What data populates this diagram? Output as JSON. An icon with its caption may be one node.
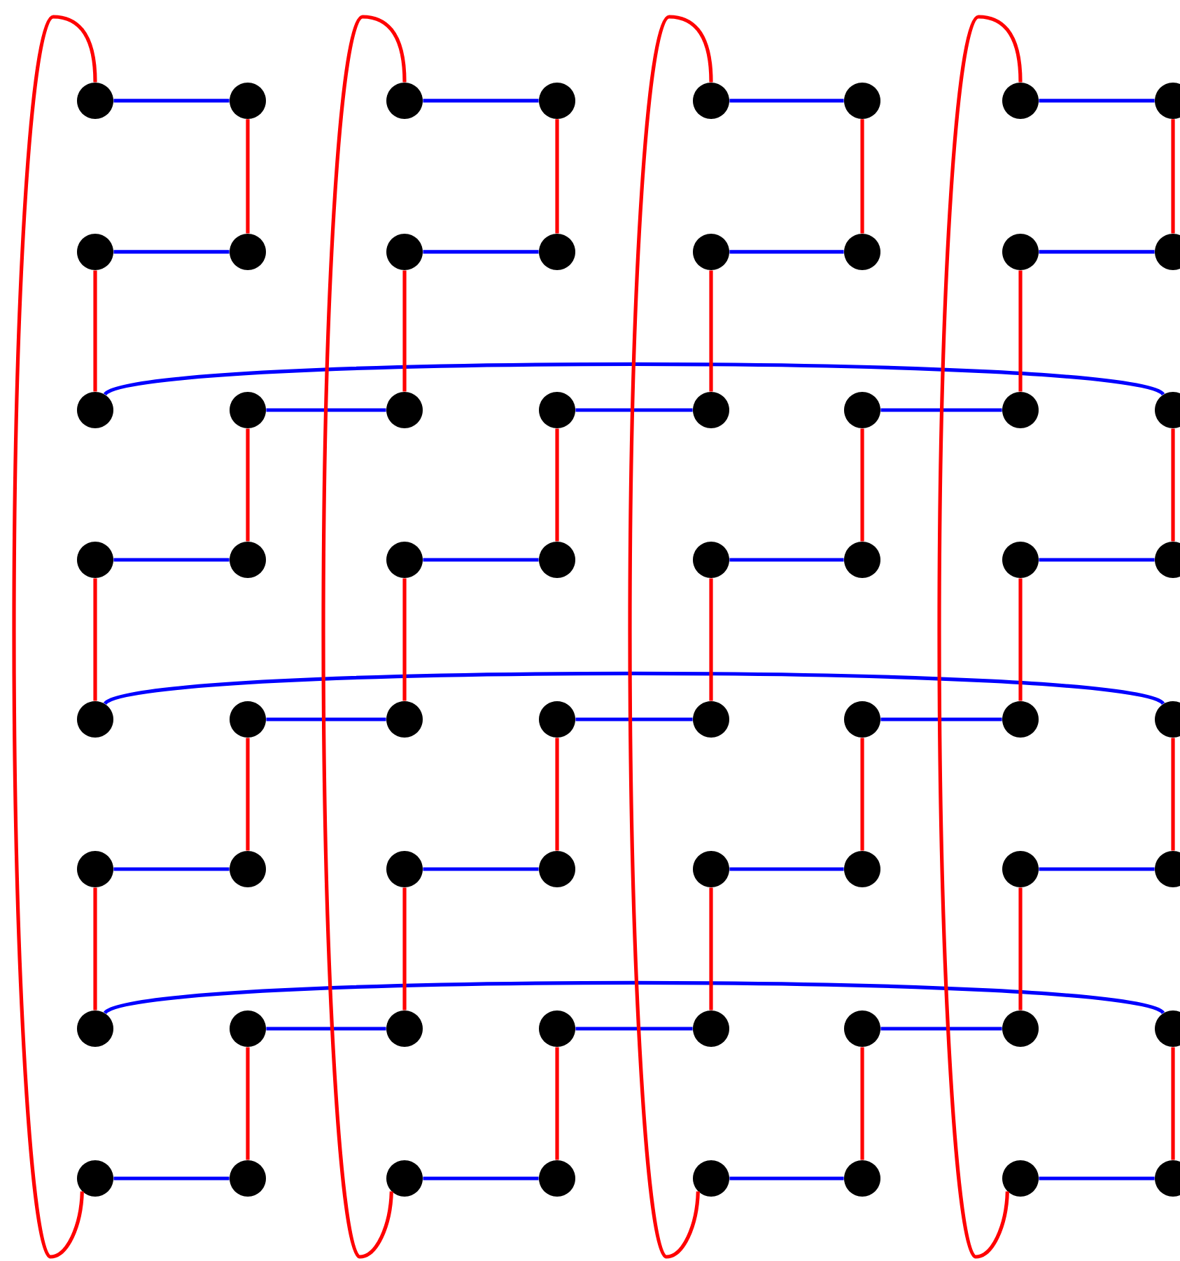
{
  "diagram": {
    "nodes": [
      {
        "text": [],
        "shape": "circle"
      },
      {
        "text": [],
        "shape": "circle"
      },
      {
        "text": [],
        "shape": "circle"
      },
      {
        "text": [],
        "shape": "circle"
      },
      {
        "text": [],
        "shape": "circle"
      },
      {
        "text": [],
        "shape": "circle"
      },
      {
        "text": [],
        "shape": "circle"
      },
      {
        "text": [],
        "shape": "circle"
      },
      {
        "text": [],
        "shape": "circle"
      },
      {
        "text": [],
        "shape": "circle"
      },
      {
        "text": [],
        "shape": "circle"
      },
      {
        "text": [],
        "shape": "circle"
      },
      {
        "text": [],
        "shape": "circle"
      },
      {
        "text": [],
        "shape": "circle"
      },
      {
        "text": [],
        "shape": "circle"
      },
      {
        "text": [],
        "shape": "circle"
      },
      {
        "text": [],
        "shape": "circle"
      },
      {
        "text": [],
        "shape": "circle"
      },
      {
        "text": [],
        "shape": "circle"
      },
      {
        "text": [],
        "shape": "circle"
      },
      {
        "text": [],
        "shape": "circle"
      },
      {
        "text": [],
        "shape": "circle"
      },
      {
        "text": [],
        "shape": "circle"
      },
      {
        "text": [],
        "shape": "circle"
      },
      {
        "text": [],
        "shape": "circle"
      },
      {
        "text": [],
        "shape": "circle"
      },
      {
        "text": [],
        "shape": "circle"
      },
      {
        "text": [],
        "shape": "circle"
      },
      {
        "text": [],
        "shape": "circle"
      },
      {
        "text": [],
        "shape": "circle"
      },
      {
        "text": [],
        "shape": "circle"
      },
      {
        "text": [],
        "shape": "circle"
      },
      {
        "text": [],
        "shape": "circle"
      },
      {
        "text": [],
        "shape": "circle"
      },
      {
        "text": [],
        "shape": "circle"
      },
      {
        "text": [],
        "shape": "circle"
      },
      {
        "text": [],
        "shape": "circle"
      },
      {
        "text": [],
        "shape": "circle"
      },
      {
        "text": [],
        "shape": "circle"
      },
      {
        "text": [],
        "shape": "circle"
      },
      {
        "text": [],
        "shape": "circle"
      },
      {
        "text": [],
        "shape": "circle"
      },
      {
        "text": [],
        "shape": "circle"
      },
      {
        "text": [],
        "shape": "circle"
      },
      {
        "text": [],
        "shape": "circle"
      },
      {
        "text": [],
        "shape": "circle"
      },
      {
        "text": [],
        "shape": "circle"
      },
      {
        "text": [],
        "shape": "circle"
      },
      {
        "text": [],
        "shape": "circle"
      },
      {
        "text": [],
        "shape": "circle"
      },
      {
        "text": [],
        "shape": "circle"
      },
      {
        "text": [],
        "shape": "circle"
      },
      {
        "text": [],
        "shape": "circle"
      },
      {
        "text": [],
        "shape": "circle"
      },
      {
        "text": [],
        "shape": "circle"
      },
      {
        "text": [],
        "shape": "circle"
      },
      {
        "text": [],
        "shape": "circle"
      },
      {
        "text": [],
        "shape": "circle"
      },
      {
        "text": [],
        "shape": "circle"
      },
      {
        "text": [],
        "shape": "circle"
      },
      {
        "text": [],
        "shape": "circle"
      },
      {
        "text": [],
        "shape": "circle"
      },
      {
        "text": [],
        "shape": "circle"
      },
      {
        "text": [],
        "shape": "circle"
      }
    ],
    "edges": [
      {
        "from": 0,
        "to": 1,
        "arrow": "none",
        "color": "#0000ff"
      },
      {
        "from": 8,
        "to": 9,
        "arrow": "none",
        "color": "#0000ff"
      },
      {
        "from": 24,
        "to": 25,
        "arrow": "none",
        "color": "#0000ff"
      },
      {
        "from": 40,
        "to": 41,
        "arrow": "none",
        "color": "#0000ff"
      },
      {
        "from": 56,
        "to": 57,
        "arrow": "none",
        "color": "#0000ff"
      },
      {
        "from": 2,
        "to": 3,
        "arrow": "none",
        "color": "#0000ff"
      },
      {
        "from": 10,
        "to": 11,
        "arrow": "none",
        "color": "#0000ff"
      },
      {
        "from": 26,
        "to": 27,
        "arrow": "none",
        "color": "#0000ff"
      },
      {
        "from": 42,
        "to": 43,
        "arrow": "none",
        "color": "#0000ff"
      },
      {
        "from": 58,
        "to": 59,
        "arrow": "none",
        "color": "#0000ff"
      },
      {
        "from": 4,
        "to": 5,
        "arrow": "none",
        "color": "#0000ff"
      },
      {
        "from": 12,
        "to": 13,
        "arrow": "none",
        "color": "#0000ff"
      },
      {
        "from": 28,
        "to": 29,
        "arrow": "none",
        "color": "#0000ff"
      },
      {
        "from": 44,
        "to": 45,
        "arrow": "none",
        "color": "#0000ff"
      },
      {
        "from": 60,
        "to": 61,
        "arrow": "none",
        "color": "#0000ff"
      },
      {
        "from": 6,
        "to": 7,
        "arrow": "none",
        "color": "#0000ff"
      },
      {
        "from": 14,
        "to": 15,
        "arrow": "none",
        "color": "#0000ff"
      },
      {
        "from": 30,
        "to": 31,
        "arrow": "none",
        "color": "#0000ff"
      },
      {
        "from": 46,
        "to": 47,
        "arrow": "none",
        "color": "#0000ff"
      },
      {
        "from": 62,
        "to": 63,
        "arrow": "none",
        "color": "#0000ff"
      },
      {
        "from": 17,
        "to": 18,
        "arrow": "none",
        "color": "#0000ff"
      },
      {
        "from": 33,
        "to": 34,
        "arrow": "none",
        "color": "#0000ff"
      },
      {
        "from": 49,
        "to": 50,
        "arrow": "none",
        "color": "#0000ff"
      },
      {
        "from": 19,
        "to": 20,
        "arrow": "none",
        "color": "#0000ff"
      },
      {
        "from": 35,
        "to": 36,
        "arrow": "none",
        "color": "#0000ff"
      },
      {
        "from": 51,
        "to": 52,
        "arrow": "none",
        "color": "#0000ff"
      },
      {
        "from": 21,
        "to": 22,
        "arrow": "none",
        "color": "#0000ff"
      },
      {
        "from": 37,
        "to": 38,
        "arrow": "none",
        "color": "#0000ff"
      },
      {
        "from": 53,
        "to": 54,
        "arrow": "none",
        "color": "#0000ff"
      },
      {
        "from": 16,
        "to": 23,
        "arrow": "none",
        "color": "#0000ff"
      },
      {
        "from": 32,
        "to": 39,
        "arrow": "none",
        "color": "#0000ff"
      },
      {
        "from": 48,
        "to": 55,
        "arrow": "none",
        "color": "#0000ff"
      },
      {
        "from": 1,
        "to": 9,
        "arrow": "none",
        "color": "#ff0000"
      },
      {
        "from": 3,
        "to": 11,
        "arrow": "none",
        "color": "#ff0000"
      },
      {
        "from": 5,
        "to": 13,
        "arrow": "none",
        "color": "#ff0000"
      },
      {
        "from": 7,
        "to": 15,
        "arrow": "none",
        "color": "#ff0000"
      },
      {
        "from": 8,
        "to": 16,
        "arrow": "none",
        "color": "#ff0000"
      },
      {
        "from": 24,
        "to": 32,
        "arrow": "none",
        "color": "#ff0000"
      },
      {
        "from": 40,
        "to": 48,
        "arrow": "none",
        "color": "#ff0000"
      },
      {
        "from": 10,
        "to": 18,
        "arrow": "none",
        "color": "#ff0000"
      },
      {
        "from": 26,
        "to": 34,
        "arrow": "none",
        "color": "#ff0000"
      },
      {
        "from": 42,
        "to": 50,
        "arrow": "none",
        "color": "#ff0000"
      },
      {
        "from": 12,
        "to": 20,
        "arrow": "none",
        "color": "#ff0000"
      },
      {
        "from": 28,
        "to": 36,
        "arrow": "none",
        "color": "#ff0000"
      },
      {
        "from": 44,
        "to": 52,
        "arrow": "none",
        "color": "#ff0000"
      },
      {
        "from": 14,
        "to": 22,
        "arrow": "none",
        "color": "#ff0000"
      },
      {
        "from": 30,
        "to": 38,
        "arrow": "none",
        "color": "#ff0000"
      },
      {
        "from": 46,
        "to": 54,
        "arrow": "none",
        "color": "#ff0000"
      },
      {
        "from": 17,
        "to": 25,
        "arrow": "none",
        "color": "#ff0000"
      },
      {
        "from": 33,
        "to": 41,
        "arrow": "none",
        "color": "#ff0000"
      },
      {
        "from": 49,
        "to": 57,
        "arrow": "none",
        "color": "#ff0000"
      },
      {
        "from": 19,
        "to": 27,
        "arrow": "none",
        "color": "#ff0000"
      },
      {
        "from": 35,
        "to": 43,
        "arrow": "none",
        "color": "#ff0000"
      },
      {
        "from": 51,
        "to": 59,
        "arrow": "none",
        "color": "#ff0000"
      },
      {
        "from": 21,
        "to": 29,
        "arrow": "none",
        "color": "#ff0000"
      },
      {
        "from": 37,
        "to": 45,
        "arrow": "none",
        "color": "#ff0000"
      },
      {
        "from": 53,
        "to": 61,
        "arrow": "none",
        "color": "#ff0000"
      },
      {
        "from": 23,
        "to": 31,
        "arrow": "none",
        "color": "#ff0000"
      },
      {
        "from": 39,
        "to": 47,
        "arrow": "none",
        "color": "#ff0000"
      },
      {
        "from": 55,
        "to": 63,
        "arrow": "none",
        "color": "#ff0000"
      },
      {
        "from": 0,
        "to": 56,
        "arrow": "none",
        "color": "#ff0000"
      },
      {
        "from": 2,
        "to": 58,
        "arrow": "none",
        "color": "#ff0000"
      },
      {
        "from": 4,
        "to": 60,
        "arrow": "none",
        "color": "#ff0000"
      },
      {
        "from": 6,
        "to": 62,
        "arrow": "none",
        "color": "#ff0000"
      }
    ]
  }
}
